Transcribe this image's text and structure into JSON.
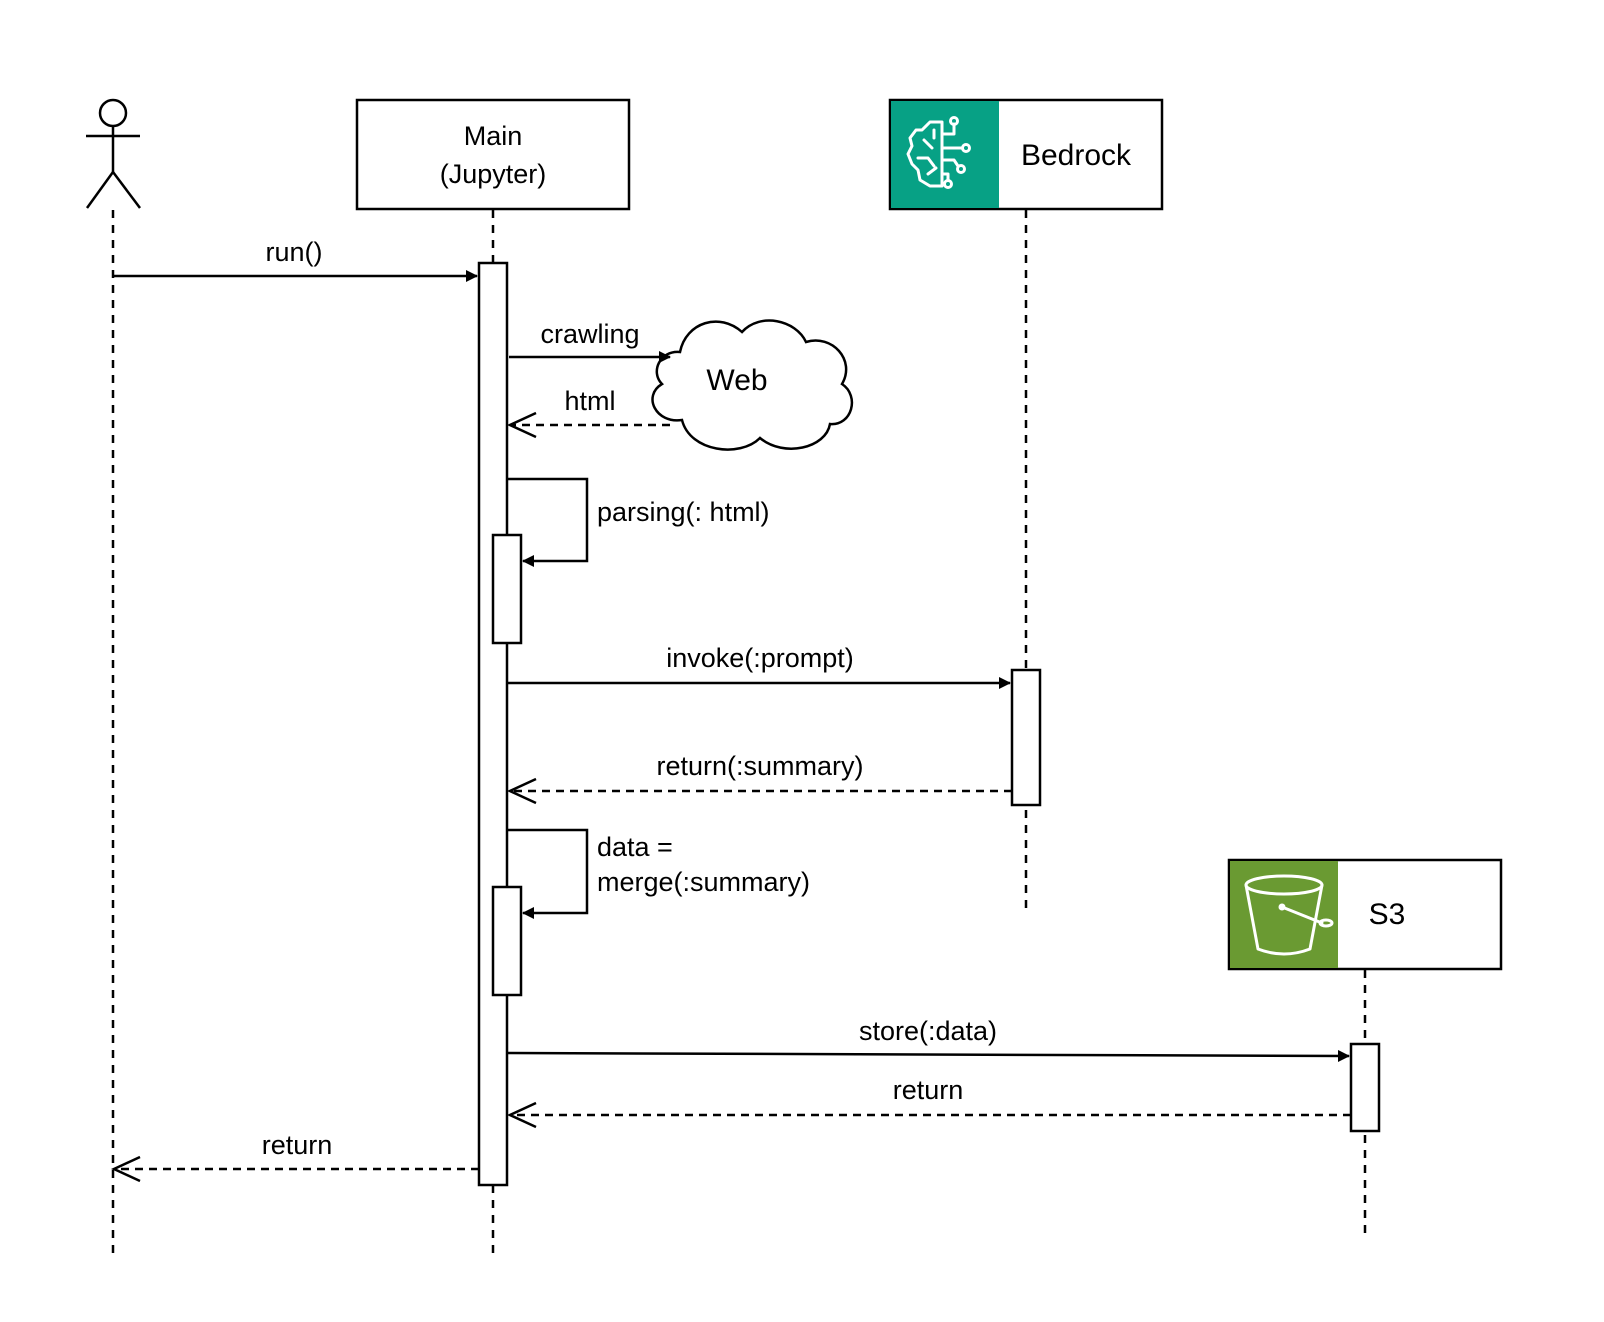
{
  "participants": {
    "main": {
      "line1": "Main",
      "line2": "(Jupyter)"
    },
    "bedrock": {
      "label": "Bedrock",
      "icon": "bedrock-brain-circuit-icon",
      "icon_color": "#07a185"
    },
    "s3": {
      "label": "S3",
      "icon": "s3-bucket-icon",
      "icon_color": "#6a9a32"
    },
    "web": {
      "label": "Web"
    }
  },
  "messages": {
    "run": "run()",
    "crawling": "crawling",
    "html": "html",
    "parsing": "parsing(: html)",
    "invoke": "invoke(:prompt)",
    "return_summary": "return(:summary)",
    "merge_line1": "data =",
    "merge_line2": "merge(:summary)",
    "store": "store(:data)",
    "s3_return": "return",
    "final_return": "return"
  }
}
